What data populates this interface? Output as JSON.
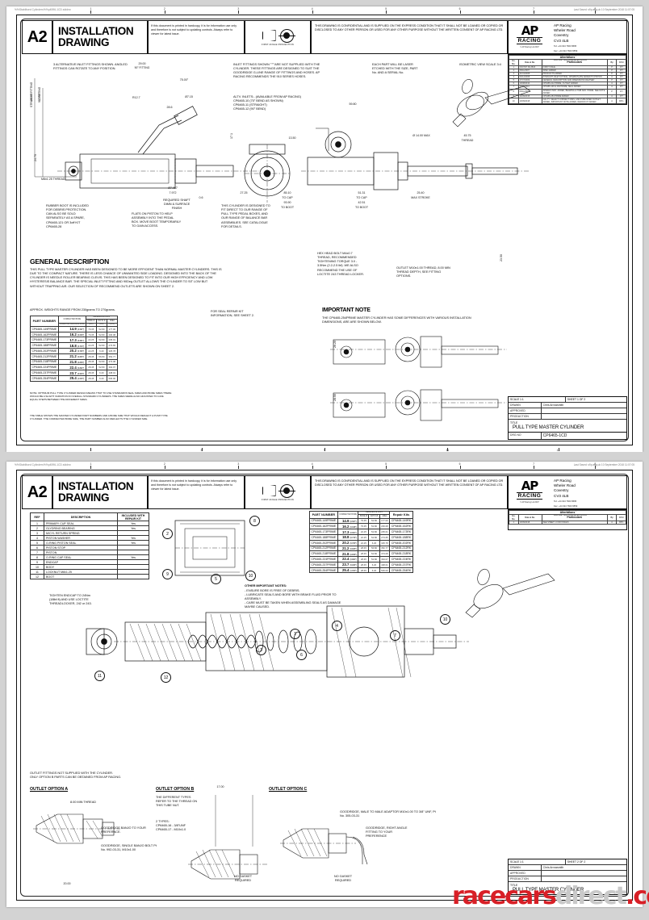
{
  "document": {
    "top_left_meta": "%%Stabilised Cylinders%%p4596-1CD.slddrw",
    "top_right_meta": "Last Saved: s9p.aug.uk  10 September 2018 11:07:05",
    "watermark": "racecarsdirect.com",
    "watermark_parts": [
      "racecars",
      "direct",
      ".com"
    ]
  },
  "header": {
    "size_code": "A2",
    "title_line1": "INSTALLATION",
    "title_line2": "DRAWING",
    "hardcopy_note": "If this document is printed in hardcopy, it is for information use only and therefore is not subject to updating controls. Always refer to viewer for latest issue.",
    "projection_label": "FIRST ANGLE PROJECTION",
    "confidential": "THIS DRAWING IS CONFIDENTIAL AND IS SUPPLIED ON THE EXPRESS CONDITION THAT IT SHALL NOT BE LOANED OR COPIED OR DISCLOSED TO ANY OTHER PERSON OR USED FOR ANY OTHER PURPOSE WITHOUT THE WRITTEN CONSENT OF AP RACING LTD."
  },
  "company": {
    "logo_text": "AP",
    "logo_sub": "RACING",
    "name": "AP Racing",
    "address_line1": "Wheler Road",
    "address_line2": "Coventry",
    "address_line3": "CV3 4LB",
    "tel": "Tel: +44 024 7663 9595",
    "fax": "Fax: +44 024 7663 9559",
    "email": "e-mail: sales@apracing.co.uk",
    "web": "Web site: http://www.apracing.com",
    "footer": "© AP Racing Ltd 2007"
  },
  "alterations": {
    "heading": "Alterations",
    "columns": [
      "Iss. No.",
      "Date & No.",
      "Particulars",
      "By",
      "Ch'd"
    ],
    "col_particulars": "Particulars",
    "rows": [
      {
        "no": "1",
        "date": "03/07/07 ML3843",
        "particulars": "FIRST ISSUE",
        "by": "P",
        "chd": "CH"
      },
      {
        "no": "2",
        "date": "06/11/2007",
        "particulars": "SPEC ADDED",
        "by": "P",
        "chd": "CH"
      },
      {
        "no": "3",
        "date": "21/01/2008",
        "particulars": "PRODUCTS ADDED",
        "by": "P",
        "chd": "CH"
      },
      {
        "no": "4",
        "date": "04/12/2008",
        "particulars": "STRAIGHT INLET FITTING, CP6465 PLATE ADDED TO PISTON",
        "by": "A",
        "chd": "CH"
      },
      {
        "no": "5",
        "date": "27/07/2009",
        "particulars": "GENERAL DESCRIPTION AND DIMENSIONS REVISED",
        "by": "P",
        "chd": "CH"
      },
      {
        "no": "6",
        "date": "10/08/2010",
        "particulars": "CP6465-212 PRIME, OUTLET ADDED",
        "by": "A",
        "chd": "CH"
      },
      {
        "no": "7",
        "date": "22/11/2010",
        "particulars": "CP6465-149 & 162 PRIME, SEAL ADDED",
        "by": "A",
        "chd": "CH"
      },
      {
        "no": "8",
        "date": "06/11/2012",
        "particulars": "SPARES INFO. ADDED, BEARING & HUB ADD. PRIME. SEE NOTE ADDED",
        "by": "P",
        "chd": "CH"
      },
      {
        "no": "9",
        "date": "14/09/2015",
        "particulars": "CP6465-254 PRIME ADDED",
        "by": "A",
        "chd": "CH"
      },
      {
        "no": "10",
        "date": "10/09/2018",
        "particulars": "CAL TY. SELECT CONNECT DIMS, AND PUBLISHED OUTLET ADDED, IMPORTANT NOTE ADDED, REPAIR KIT ADDED",
        "by": "A",
        "chd": "RPG"
      }
    ]
  },
  "title_block": {
    "scale_label": "SCALE 1:1",
    "sheet_label_1": "SHEET 1 OF 2",
    "sheet_label_2": "SHEET 2 OF 2",
    "drawn_label": "DRAWN",
    "drawn_value": "Chris Arrowsmith",
    "approved_label": "APPROVED",
    "production_label": "PRODUCTION",
    "title_label": "TITLE",
    "title_value": "PULL TYPE MASTER CYLINDER",
    "drg_no_label": "DRG NO",
    "drg_no_value": "CP6465-1CD"
  },
  "sheet1": {
    "notes": {
      "alt_inlet": "3 ALTERNATIVE INLET FITTINGS SHOWN. ANGLED FITTINGS CAN ROTATE TO ANY POSITION.",
      "inlet_fittings": "INLET FITTINGS SHOWN \"\"\"\"ARE NOT SUPPLIED WITH THE CYLINDER. THESE FITTINGS ARE DESIGNED TO SUIT THE GOODRIDGE G-LINE RANGE OF FITTINGS AND HOSES. AP RACING RECOMMENDS THE 910 SERIES HOSES.",
      "alt_inlets_head": "ALTV. INLETS:- (AVAILABLE FROM AP RACING)",
      "alt_inlet_1": "CP6465-10 (75° BEND AS SHOWN)",
      "alt_inlet_2": "CP6465-11 (STRAIGHT)",
      "alt_inlet_3": "CP6465-12 (90° BEND)",
      "laser_etch": "EACH PART WILL BE LASER ETCHED WITH THE SIZE, PART No. AND A SERIAL No.",
      "isometric": "ISOMETRIC VIEW SCALE 3:4",
      "rubber_boot": "RUBBER BOOT IS INCLUDED FOR DEBRIS PROTECTION. CAN ALSO BE SOLD SEPARATELY AS A SPARE, CP6465-121 OR 3off KIT CP6465-28",
      "shaft_dim": "REQUIRED SHAFT DIMN & SURFACE FINISH",
      "flats_piston": "FLATS ON PISTON TO HELP ASSEMBLY INTO THE PEDAL BOX. MOVE BOOT TEMPORARILY TO GAIN ACCESS.",
      "cyl_fit": "THIS CYLINDER IS DESIGNED TO FIT DIRECT TO OUR RANGE OF PULL TYPE PEDAL BOXES, AND OUR RANGE OF BALANCE BAR ASSEMBLIES. SEE CATALOGUE FOR DETAILS.",
      "hex_bolt": "HEX HEAD BOLT M4x0.7 THREAD, RECOMMENDED TIGHTENING TORQUE 3.0 - 3.5Nm (2.2-2.5 lbf). WE ALSO RECOMMEND THE USE OF LOCTITE 243 THREAD LOCKER.",
      "outlet_note": "OUTLET M10x1.00 THREAD, 8.00 MIN THREAD DEPTH, SEE FITTING OPTIONS.",
      "seal_kit": "FOR SEAL REPAIR KIT INFORMATION, SEE SHEET 2.",
      "table_note": "NOTE: OPTIMUM PULL TYPE CYLINDER DESIGN MEANS THAT TO USE STANDARDS SEAL SIZES AND BORE SIZES THERE WOULD BE A SLIGHT VARIATION IN OVERALL STANDARD CYLINDERS. THE SIZES WERE ALSO ADJUSTED TO GIVE EQUAL STEPS BETWEEN THE DIFFERENT SIZES.",
      "table_note2": "THE TABLE SHOWS THE MASTER CYLINDER PART NUMBERS AND A BORE SIZE THAT WOULD REFLECT A PUSH TYPE CYLINDER. THE CORRECTED BORE SIZE, THE PART NUMBER ALSO REFLECTS THE CYLINDER SIZE."
    },
    "general_description": {
      "heading": "GENERAL DESCRIPTION",
      "body": "THIS PULL TYPE MASTER CYLINDER HAS BEEN DESIGNED TO BE MORE EFFICIENT THAN NORMAL MASTER CYLINDERS. THIS IS DUE TO THE COMPACT NATURE. THERE IS LESS CHANCE OF UNWANTED SIDE LOADING. DESIGNED INTO THE BACK OF THE CYLINDER IS NEEDLE ROLLER BEARING CLEVIS. THIS HAS BEEN DESIGNED TO FIT INTO OUR HIGH EFFICIENCY AND LOW HYSTERESIS BALANCE BAR. THE SPECIAL INLET FITTING AND 90Deg OUTLET ALLOWS THE CYLINDER TO SIT LOW BUT WITHOUT TRAPPING AIR. OUR SELECTION OF RECOMMEND OUTLETS ARE SHOWN ON SHEET 2.",
      "weights": "APPROX. WEIGHTS RANGE FROM 230grams TO 270grams."
    },
    "important_note": {
      "heading": "IMPORTANT NOTE",
      "body": "THE CP6465-254PRIME MASTER CYLINDER HAS SOME DIFFERENCES WITH VARIOUS INSTALLATION DIMENSIONS, ARE ARE SHOWN BELOW."
    },
    "parts_table": {
      "header_part": "PART NUMBER",
      "header_bore": "CORRECTED BORE",
      "header_bore_sub": "BORE FOR CALCULATIONS",
      "header_ref": "REFERENCE DIMS",
      "sub_headers": [
        "BORE Ø",
        "RATIO Ø",
        "AREA"
      ],
      "sub_units": [
        "(mm)",
        "(mm)",
        "(mm²)"
      ],
      "rows": [
        {
          "part": "CP6465-149PRIME",
          "bore": "14.9",
          "bore_in": "(0.587\")",
          "bore_d": "79.35",
          "ratio": "52.80",
          "area": "177.00"
        },
        {
          "part": "CP6465-162PRIME",
          "bore": "16.2",
          "bore_in": "(0.638\")",
          "bore_d": "79.35",
          "ratio": "52.80",
          "area": "206.08"
        },
        {
          "part": "CP6465-173PRIME",
          "bore": "17.3",
          "bore_in": "(0.681\")",
          "bore_d": "22.25",
          "ratio": "52.80",
          "area": "235.01"
        },
        {
          "part": "CP6465-188PRIME",
          "bore": "18.8",
          "bore_in": "(0.740\")",
          "bore_d": "22.25",
          "ratio": "52.80",
          "area": "273.65"
        },
        {
          "part": "CP6465-202PRIME",
          "bore": "20.2",
          "bore_in": "(0.795\")",
          "bore_d": "22.25",
          "ratio": "6.20",
          "area": "325.78"
        },
        {
          "part": "CP6465-212PRIME",
          "bore": "21.2",
          "bore_in": "(0.835\")",
          "bore_d": "28.45",
          "ratio": "56.80",
          "area": "352.77"
        },
        {
          "part": "CP6465-218PRIME",
          "bore": "21.8",
          "bore_in": "(0.858\")",
          "bore_d": "28.45",
          "ratio": "52.80",
          "area": "373.08"
        },
        {
          "part": "CP6465-224PRIME",
          "bore": "22.4",
          "bore_in": "(0.882\")",
          "bore_d": "28.45",
          "ratio": "52.80",
          "area": "394.07"
        },
        {
          "part": "CP6465-237PRIME",
          "bore": "23.7",
          "bore_in": "(0.933\")",
          "bore_d": "28.45",
          "ratio": "6.20",
          "area": "438.01"
        },
        {
          "part": "CP6465-254PRIME",
          "bore": "25.4",
          "bore_in": "(1.000\")",
          "bore_d": "28.45",
          "ratio": "6.20",
          "area": "506.00"
        }
      ]
    },
    "dimensions": {
      "d_26_00": "26.00",
      "d_12_50": "12.50",
      "lbl_straight_fitting": "STRAIGHT FITTING",
      "lbl_90_fitting": "90° FITTING",
      "d_24_70": "24.70",
      "d_29_00": "29.00",
      "lbl_90_fitting2": "90° FITTING",
      "d_75_00": "75.00°",
      "d_r12_7": "R12.7",
      "d_28_6": "28.6",
      "d_dia_7_15": "Ø7.15",
      "d_17_1": "17.1",
      "d_m8": "M8x1.25 THREAD",
      "d_7987": "Ø7.987",
      "d_7972": "7.972",
      "d_06": "0.6",
      "d_59_80": "59.80",
      "d_13_50": "13.50",
      "d_dia14": "Ø 14.00 MAX",
      "d_45_75": "45.75",
      "lbl_thread": "THREAD",
      "d_27_25": "27.25",
      "d_85_10": "85.10",
      "lbl_to_cap1": "TO CAP",
      "d_93_90": "93.90",
      "lbl_to_boot1": "TO BOOT",
      "d_51_31": "51.31",
      "lbl_to_cap2": "TO CAP",
      "d_42_51": "42.51",
      "lbl_to_boot2": "TO BOOT",
      "d_25_40": "25.40",
      "lbl_max_stroke": "MAX STROKE",
      "d_23_50": "23.50",
      "d_26_20": "26.20",
      "d_28_50": "28.50"
    }
  },
  "sheet2": {
    "ref_table": {
      "headers": [
        "REF",
        "DESCRIPTION",
        "INCLUDED WITH REPAIR KIT"
      ],
      "rows": [
        {
          "ref": "1",
          "desc": "PRIMARY CUP SEAL",
          "inc": "Yes"
        },
        {
          "ref": "2",
          "desc": "GLYDRING BEARING",
          "inc": "Yes"
        },
        {
          "ref": "3",
          "desc": "M/CYL RETURN SPRING",
          "inc": ""
        },
        {
          "ref": "4",
          "desc": "PISTON WASHER",
          "inc": "Yes"
        },
        {
          "ref": "5",
          "desc": "O-RING PISTON SEAL",
          "inc": "Yes"
        },
        {
          "ref": "6",
          "desc": "PISTON STOP",
          "inc": ""
        },
        {
          "ref": "7",
          "desc": "PISTON",
          "inc": ""
        },
        {
          "ref": "8",
          "desc": "O-RING CAP SEAL",
          "inc": "Yes"
        },
        {
          "ref": "9",
          "desc": "ENDCAP",
          "inc": ""
        },
        {
          "ref": "10",
          "desc": "BODY",
          "inc": ""
        },
        {
          "ref": "11",
          "desc": "LOCKNUT M8x1.25",
          "inc": ""
        },
        {
          "ref": "12",
          "desc": "BOOT",
          "inc": ""
        }
      ]
    },
    "parts_table": {
      "header_part": "PART NUMBER",
      "header_bore": "CORRECTED BORE",
      "header_bore_sub": "BORE FOR CALCULATIONS",
      "header_ref": "REFERENCE DIMS",
      "header_repair": "Repair Kits",
      "sub_headers": [
        "BORE Ø",
        "RATIO Ø",
        "AREA"
      ],
      "rows": [
        {
          "part": "CP6465-149PRIME",
          "bore": "14.9",
          "bore_in": "(0.587\")",
          "bore_d": "79.35",
          "ratio": "52.80",
          "area": "177.00",
          "kit": "CP6465-149RK"
        },
        {
          "part": "CP6465-162PRIME",
          "bore": "16.2",
          "bore_in": "(0.638\")",
          "bore_d": "79.35",
          "ratio": "52.80",
          "area": "206.08",
          "kit": "CP6465-162RK"
        },
        {
          "part": "CP6465-173PRIME",
          "bore": "17.3",
          "bore_in": "(0.681\")",
          "bore_d": "22.25",
          "ratio": "52.80",
          "area": "235.01",
          "kit": "CP6465-173RK"
        },
        {
          "part": "CP6465-188PRIME",
          "bore": "18.8",
          "bore_in": "(0.740\")",
          "bore_d": "22.25",
          "ratio": "52.80",
          "area": "273.65",
          "kit": "CP6465-188RK"
        },
        {
          "part": "CP6465-202PRIME",
          "bore": "20.2",
          "bore_in": "(0.795\")",
          "bore_d": "22.25",
          "ratio": "6.20",
          "area": "325.78",
          "kit": "CP6465-202RK"
        },
        {
          "part": "CP6465-212PRIME",
          "bore": "21.2",
          "bore_in": "(0.835\")",
          "bore_d": "28.45",
          "ratio": "56.80",
          "area": "352.77",
          "kit": "CP6465-212RK"
        },
        {
          "part": "CP6465-218PRIME",
          "bore": "21.8",
          "bore_in": "(0.858\")",
          "bore_d": "28.45",
          "ratio": "52.80",
          "area": "373.08",
          "kit": "CP6465-218RK"
        },
        {
          "part": "CP6465-224PRIME",
          "bore": "22.4",
          "bore_in": "(0.882\")",
          "bore_d": "28.45",
          "ratio": "52.80",
          "area": "394.07",
          "kit": "CP6465-224RK"
        },
        {
          "part": "CP6465-237PRIME",
          "bore": "23.7",
          "bore_in": "(0.933\")",
          "bore_d": "28.45",
          "ratio": "6.20",
          "area": "438.01",
          "kit": "CP6465-237RK"
        },
        {
          "part": "CP6465-254PRIME",
          "bore": "25.4",
          "bore_in": "(1.000\")",
          "bore_d": "28.45",
          "ratio": "6.20",
          "area": "506.00",
          "kit": "CP6465-254RK"
        }
      ]
    },
    "notes": {
      "other_heading": "OTHER IMPORTANT NOTES:",
      "other_1": "- ENSURE BORE IS FREE OF DEBRIS.",
      "other_2": "- LUBRICATE SEALS AND BORE WITH BRAKE FLUID PRIOR TO ASSEMBLY.",
      "other_3": "- CARE MUST BE TAKEN WHEN ASSEMBLING SEALS AS DAMAGE MAYBE CAUSED.",
      "tighten": "TIGHTEN ENDCAP TO 24Nm (18lbf.ft) AND USE LOCTITE THREADLOCKER, 242 or 243.",
      "outlet_header_1": "OUTLET FITTINGS NOT SUPPLIED WITH THE CYLINDER.",
      "outlet_header_2": "ONLY OPTION B PARTS CAN BE OBTAINED FROM AP RACING.",
      "option_a": "OUTLET OPTION A",
      "option_b": "OUTLET OPTION B",
      "option_c": "OUTLET OPTION C",
      "a_thread": "8.00 MIN THREAD",
      "a_banjo": "GOODRIDGE BANJO TO YOUR PREFERNCE.",
      "a_bolt": "GOODRIDGE, SINGLE BANJO BOLT Pt No. 992-03-31, M10x1.00",
      "a_dim": "20.00",
      "b_text": "THE DIFFERENT TYPES REFER TO THE THREAD ON THIS TUBE NUT.",
      "b_types": "2 TYPES:",
      "b_type1": "CP6465-16 - 3/8\"UNF",
      "b_type2": "CP6465-17 - M10x1.0",
      "b_dim": "17.00",
      "b_gasket": "NO GASKET REQUIRED",
      "c_adaptor": "GOODRIDGE, MALE TO MALE ADAPTOR M10x1.00 TO 3/8\" UNF, Pt No. 305-03-31",
      "c_fitting": "GOODRIDGE, RIGHT ANGLE FITTING TO YOUR PREFERENCE",
      "c_gasket": "NO GASKET REQUIRED"
    },
    "balloons": [
      "1",
      "2",
      "3",
      "4",
      "5",
      "6",
      "7",
      "8",
      "9",
      "10",
      "11",
      "12"
    ]
  }
}
